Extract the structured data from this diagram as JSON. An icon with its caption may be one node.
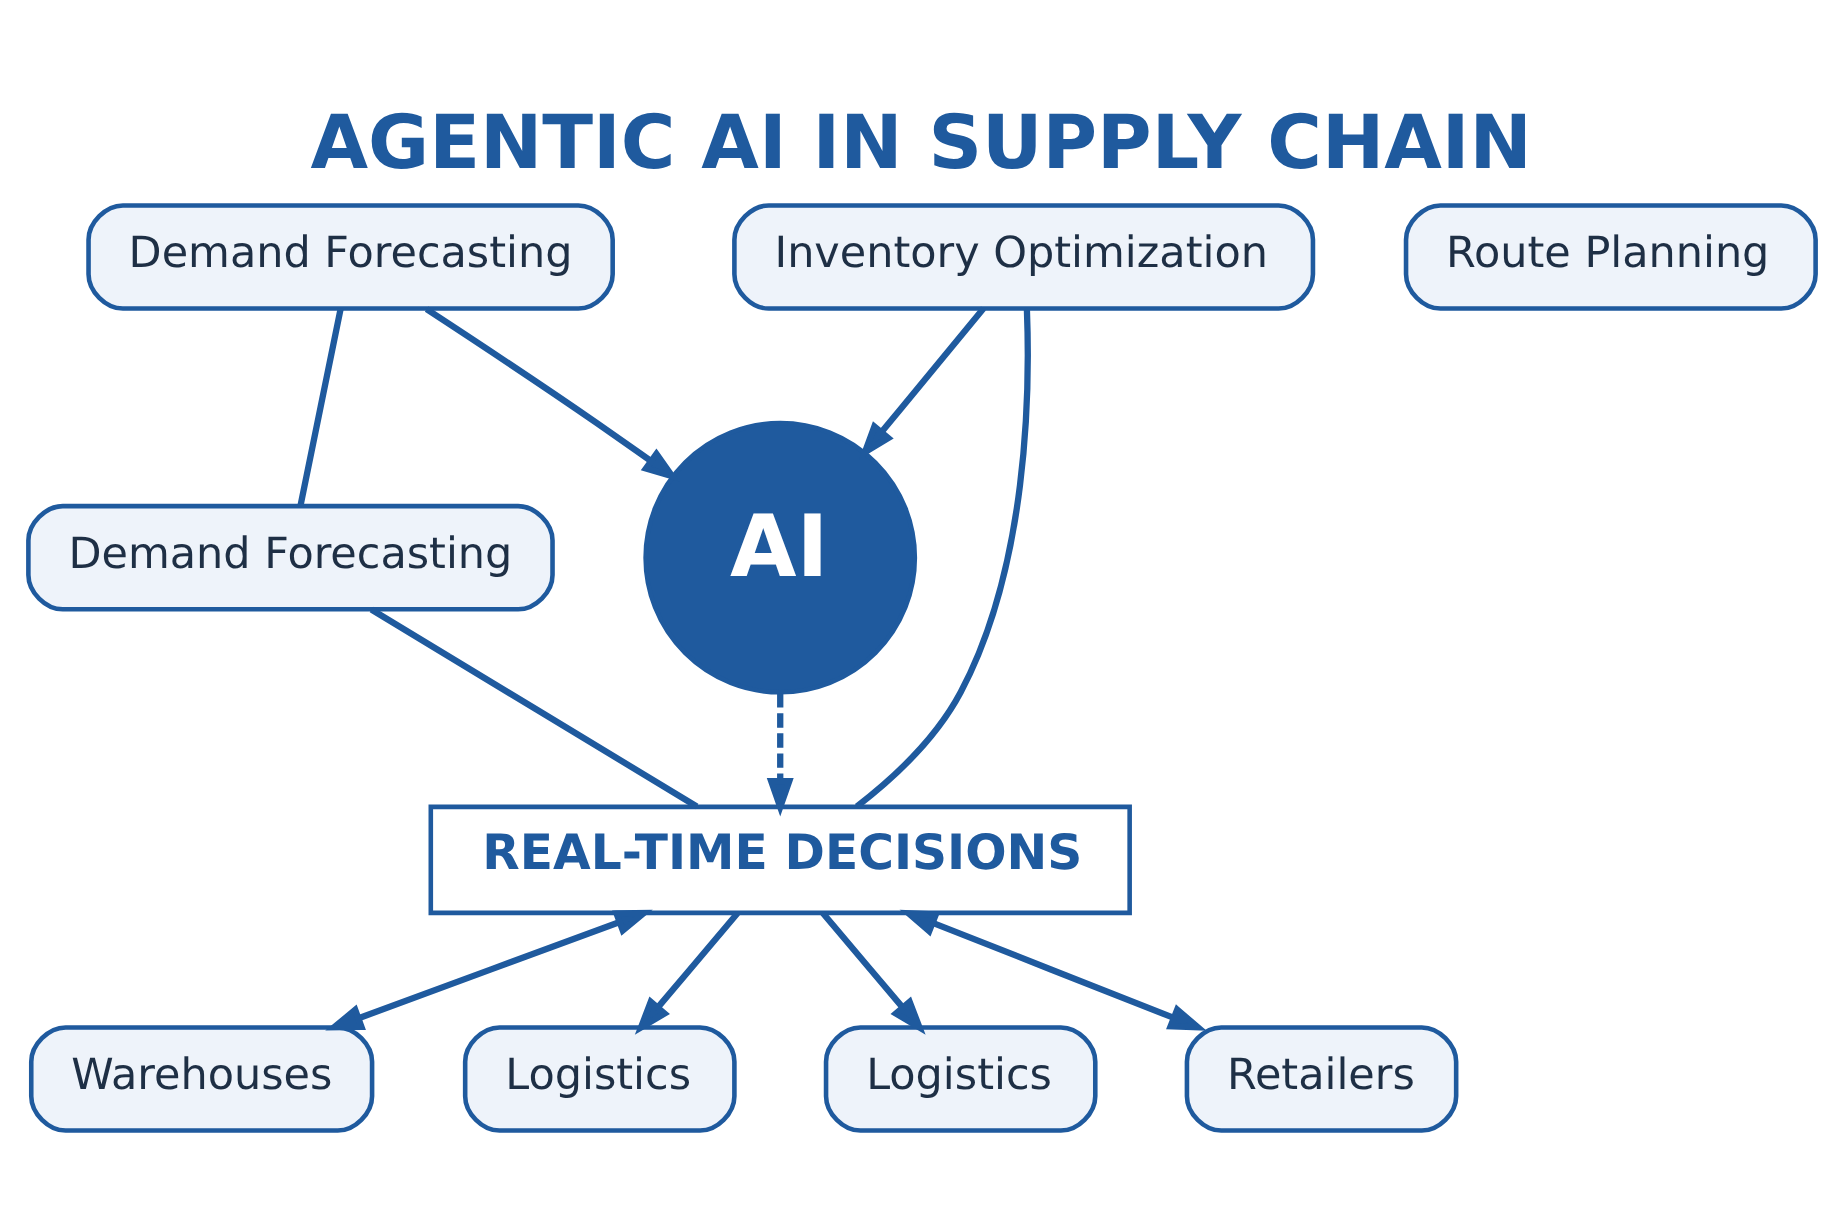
{
  "diagram": {
    "title": "AGENTIC AI IN SUPPLY CHAIN",
    "nodes": [
      {
        "text": [
          "Demand Forecasting"
        ]
      },
      {
        "text": [
          "Demand Forecasting"
        ]
      },
      {
        "text": [
          "AI"
        ]
      },
      {
        "text": [
          "Route Planning"
        ]
      },
      {
        "text": [
          "Inventory Optimization"
        ]
      },
      {
        "text": [
          "REAL-TIME DECISIONS"
        ]
      },
      {
        "text": [
          "Warehouses"
        ]
      },
      {
        "text": [
          "Logistics"
        ]
      },
      {
        "text": [
          "Logistics"
        ]
      },
      {
        "text": [
          "Retailers"
        ]
      }
    ],
    "edges": [
      {
        "from": 0,
        "to": 1,
        "arrow": "none"
      },
      {
        "from": 0,
        "to": 2,
        "arrow": "to"
      },
      {
        "from": 4,
        "to": 2,
        "arrow": "to"
      },
      {
        "from": 2,
        "to": 5,
        "arrow": "to",
        "style": "dashed"
      },
      {
        "from": 1,
        "to": 5,
        "arrow": "none"
      },
      {
        "from": 4,
        "to": 5,
        "arrow": "none"
      },
      {
        "from": 5,
        "to": 6,
        "arrow": "both"
      },
      {
        "from": 5,
        "to": 7,
        "arrow": "to"
      },
      {
        "from": 5,
        "to": 8,
        "arrow": "to"
      },
      {
        "from": 5,
        "to": 9,
        "arrow": "both"
      }
    ]
  }
}
